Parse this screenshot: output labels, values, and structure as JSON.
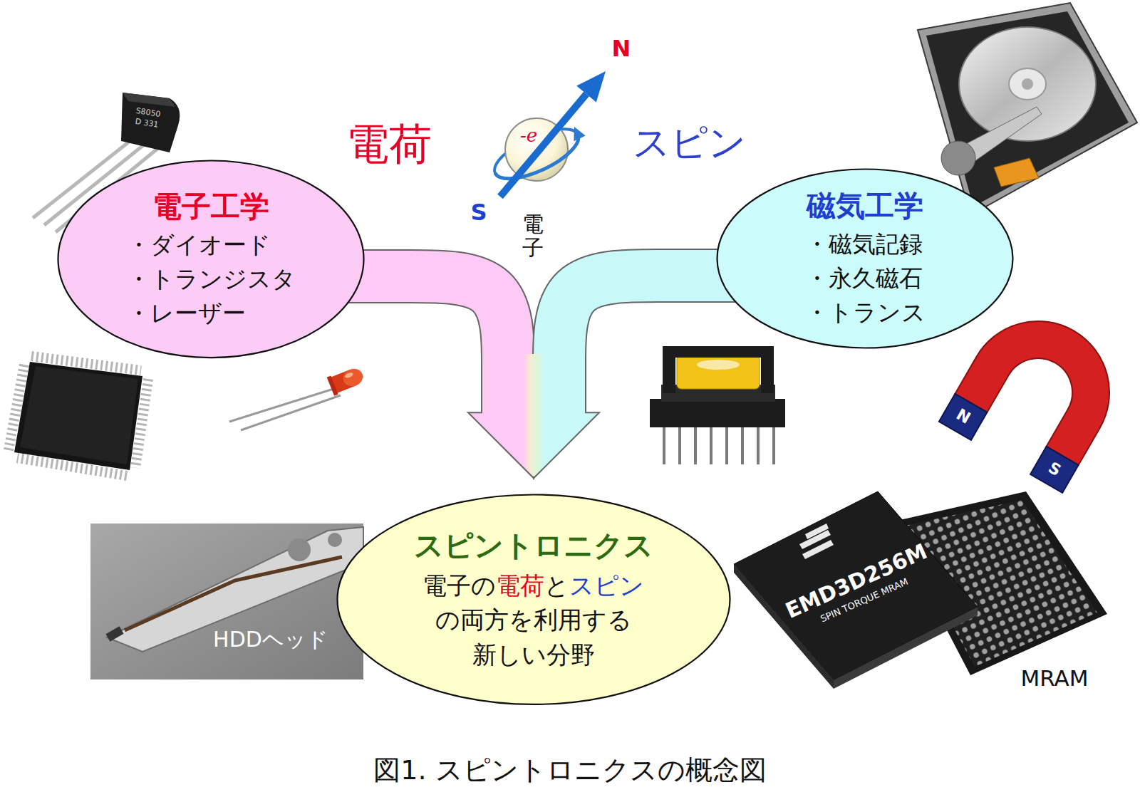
{
  "diagram": {
    "caption": "図1. スピントロニクスの概念図",
    "nodes": [
      {
        "text": [
          "電子工学",
          "・ダイオード",
          "・トランジスタ",
          "・レーザー"
        ]
      },
      {
        "text": [
          "磁気工学",
          "・磁気記録",
          "・永久磁石",
          "・トランス"
        ]
      },
      {
        "text": [
          "スピントロニクス",
          "電子の電荷とスピン の両方を利用する 新しい分野"
        ]
      }
    ],
    "edges": [
      {
        "from": 0,
        "to": 2,
        "arrow": "to"
      },
      {
        "from": 1,
        "to": 2,
        "arrow": "to"
      }
    ],
    "labels": [
      "電荷",
      "スピン",
      "N",
      "S",
      "-e",
      "電子",
      "S8050",
      "D 331",
      "N",
      "S",
      "HDDヘッド",
      "EMD3D256M",
      "SPIN TORQUE MRAM",
      "MRAM"
    ]
  }
}
